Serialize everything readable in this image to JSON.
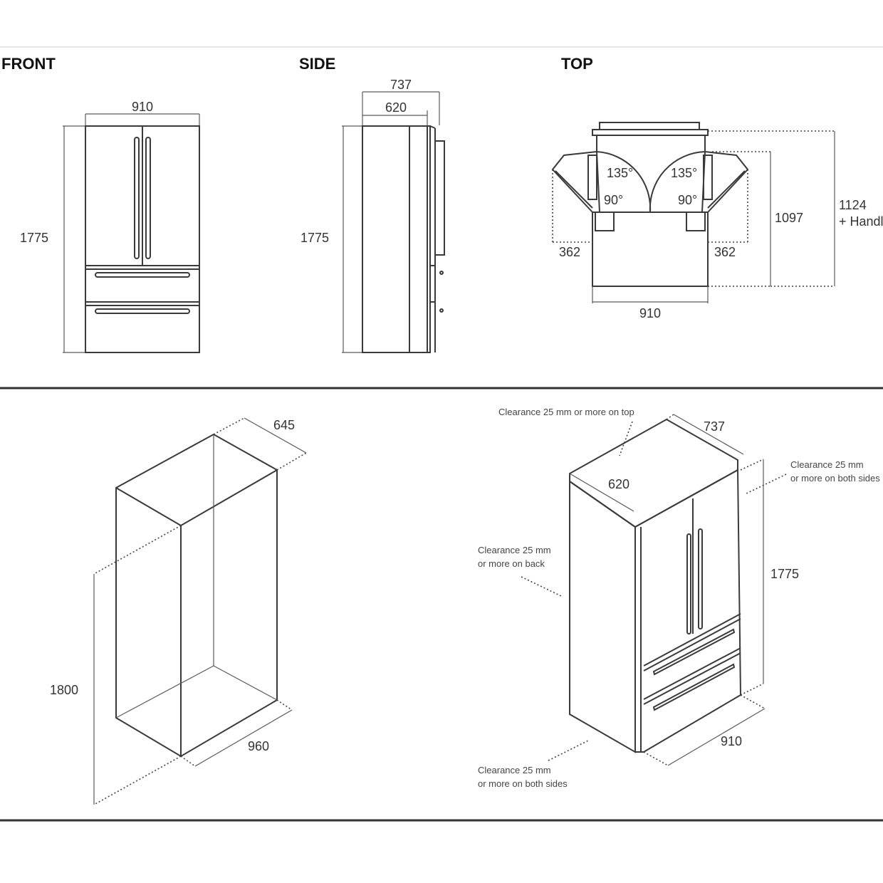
{
  "views": {
    "front": {
      "heading": "FRONT",
      "width": "910",
      "height": "1775"
    },
    "side": {
      "heading": "SIDE",
      "depth_total": "737",
      "depth_body": "620",
      "height": "1775"
    },
    "top": {
      "heading": "TOP",
      "angle_open_left": "135°",
      "angle_open_right": "135°",
      "angle_right_left": "90°",
      "angle_right_right": "90°",
      "swing_left": "362",
      "swing_right": "362",
      "width": "910",
      "depth_open": "1097",
      "depth_handles_line1": "1124",
      "depth_handles_line2": "+ Handles"
    }
  },
  "niche": {
    "depth": "645",
    "height": "1800",
    "width": "960"
  },
  "installed": {
    "depth_total": "737",
    "depth_body": "620",
    "height": "1775",
    "width": "910",
    "clearance_top": "Clearance 25 mm or more on top",
    "clearance_sides_right_line1": "Clearance 25 mm",
    "clearance_sides_right_line2": "or more on both sides",
    "clearance_back_line1": "Clearance 25 mm",
    "clearance_back_line2": "or more on back",
    "clearance_sides_bottom_line1": "Clearance 25 mm",
    "clearance_sides_bottom_line2": "or more on both sides"
  }
}
